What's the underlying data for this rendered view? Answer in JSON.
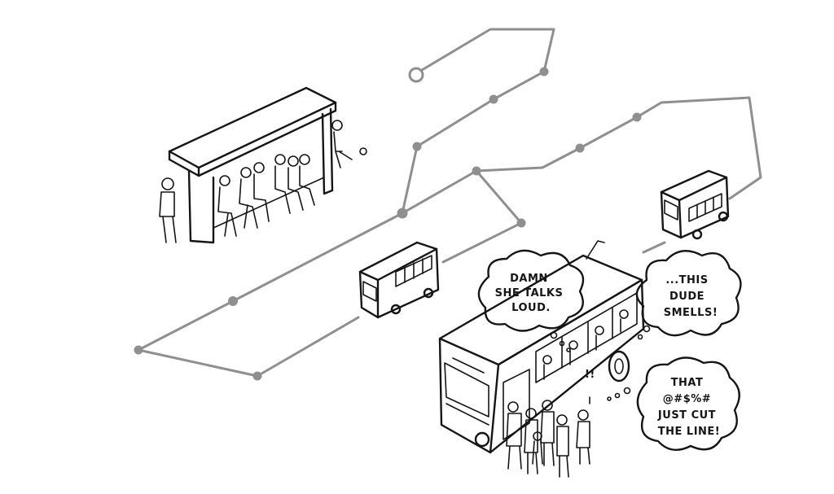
{
  "colors": {
    "ink": "#151515",
    "route": "#8f8f8f",
    "background": "#ffffff"
  },
  "speech_bubbles": [
    {
      "name": "loud-talker-thought",
      "lines": [
        "DAMN",
        "SHE TALKS",
        "LOUD."
      ]
    },
    {
      "name": "smell-thought",
      "lines": [
        "...THIS",
        "DUDE",
        "SMELLS!"
      ]
    },
    {
      "name": "line-cutter-thought",
      "lines": [
        "THAT",
        "@#$%#",
        "JUST CUT",
        "THE LINE!"
      ]
    }
  ],
  "exclamation": "!!"
}
